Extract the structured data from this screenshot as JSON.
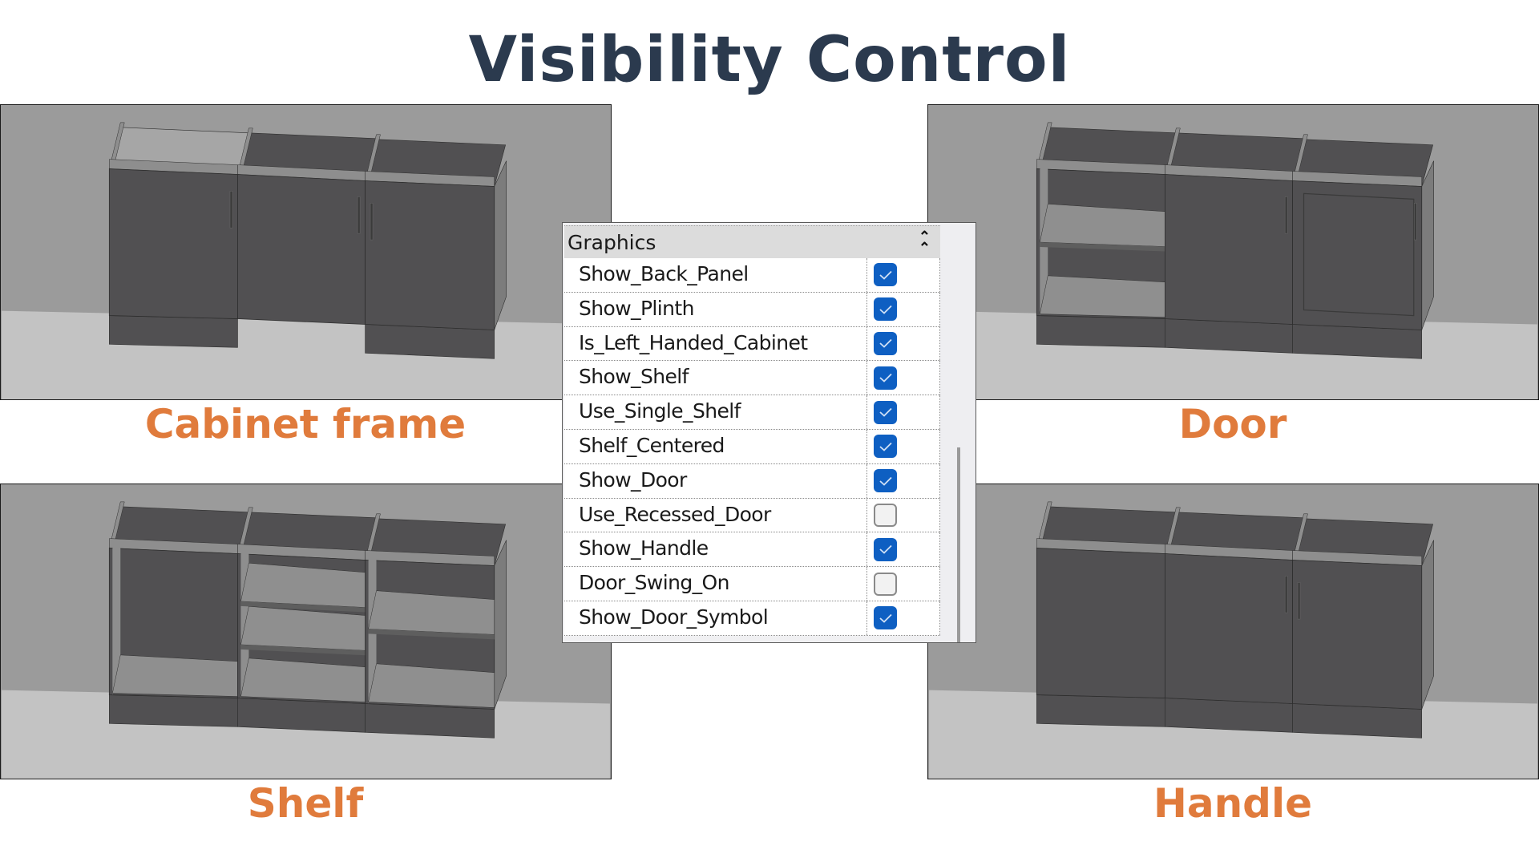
{
  "page": {
    "title": "Visibility Control",
    "title_color": "#2b3a4e",
    "label_color": "#e07b3c"
  },
  "scenes": [
    {
      "id": "cabinet-frame",
      "label": "Cabinet frame",
      "variant": "frame"
    },
    {
      "id": "door",
      "label": "Door",
      "variant": "door"
    },
    {
      "id": "shelf",
      "label": "Shelf",
      "variant": "shelf"
    },
    {
      "id": "handle",
      "label": "Handle",
      "variant": "handle"
    }
  ],
  "properties_panel": {
    "group_label": "Graphics",
    "collapse_icon": "double-chevron-up-icon",
    "check_color": "#0e5fc2",
    "parameters": [
      {
        "name": "Show_Back_Panel",
        "checked": true
      },
      {
        "name": "Show_Plinth",
        "checked": true
      },
      {
        "name": "Is_Left_Handed_Cabinet",
        "checked": true
      },
      {
        "name": "Show_Shelf",
        "checked": true
      },
      {
        "name": "Use_Single_Shelf",
        "checked": true
      },
      {
        "name": "Shelf_Centered",
        "checked": true
      },
      {
        "name": "Show_Door",
        "checked": true
      },
      {
        "name": "Use_Recessed_Door",
        "checked": false
      },
      {
        "name": "Show_Handle",
        "checked": true
      },
      {
        "name": "Door_Swing_On",
        "checked": false
      },
      {
        "name": "Show_Door_Symbol",
        "checked": true
      }
    ]
  }
}
